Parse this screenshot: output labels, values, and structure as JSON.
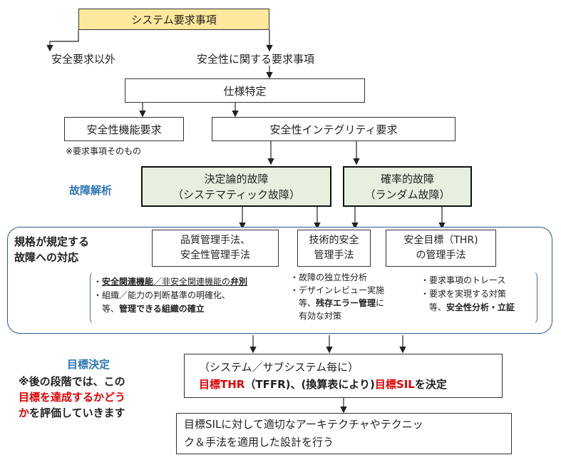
{
  "top": {
    "system_requirements": "システム要求事項"
  },
  "branch": {
    "non_safety": "安全要求以外",
    "safety": "安全性に関する要求事項"
  },
  "spec": "仕様特定",
  "sf_req": "安全性機能要求",
  "sf_note": "※要求事項そのもの",
  "si_req": "安全性インテグリティ要求",
  "failure_analysis": "故障解析",
  "systematic": {
    "line1": "決定論的故障",
    "line2": "（システマティック故障）"
  },
  "random": {
    "line1": "確率的故障",
    "line2": "（ランダム故障）"
  },
  "panel": {
    "title_line1": "規格が規定する",
    "title_line2": "故障への対応",
    "qm": {
      "line1": "品質管理手法、",
      "line2": "安全性管理手法"
    },
    "tech": {
      "line1": "技術的安全",
      "line2": "管理手法"
    },
    "thr": {
      "line1": "安全目標（THR)",
      "line2": "の管理手法"
    },
    "left_notes": {
      "l1_a": "・",
      "l1_b": "安全関連機能",
      "l1_c": "／非安全関連機能の",
      "l1_d": "弁別",
      "l2": "・組織／能力の判断基準の明確化、",
      "l3_a": "　等、",
      "l3_b": "管理できる組織の確立"
    },
    "mid_notes": {
      "l1": "・故障の独立性分析",
      "l2": "・デザインレビュー実施",
      "l3_a": "　等、",
      "l3_b": "残存エラー管理",
      "l3_c": "に",
      "l4": "　有効な対策"
    },
    "right_notes": {
      "l1": "・要求事項のトレース",
      "l2": "・要求を実現する対策",
      "l3_a": "　等、",
      "l3_b": "安全性分析・立証"
    }
  },
  "target_decision": "目標決定",
  "target_note": {
    "l1": "※後の段階では、この",
    "l2_red": "目標を達成するかどう",
    "l3_red": "か",
    "l3_rest": "を評価していきます"
  },
  "target_box": {
    "line1": "（システム／サブシステム毎に）",
    "thr": "目標THR",
    "mid": "（TFFR)、(換算表により)",
    "sil": "目標SIL",
    "end": "を決定"
  },
  "design_box": {
    "line1": "目標SILに対して適切なアーキテクチャやテクニッ",
    "line2": "ク＆手法を適用した設計を行う"
  }
}
